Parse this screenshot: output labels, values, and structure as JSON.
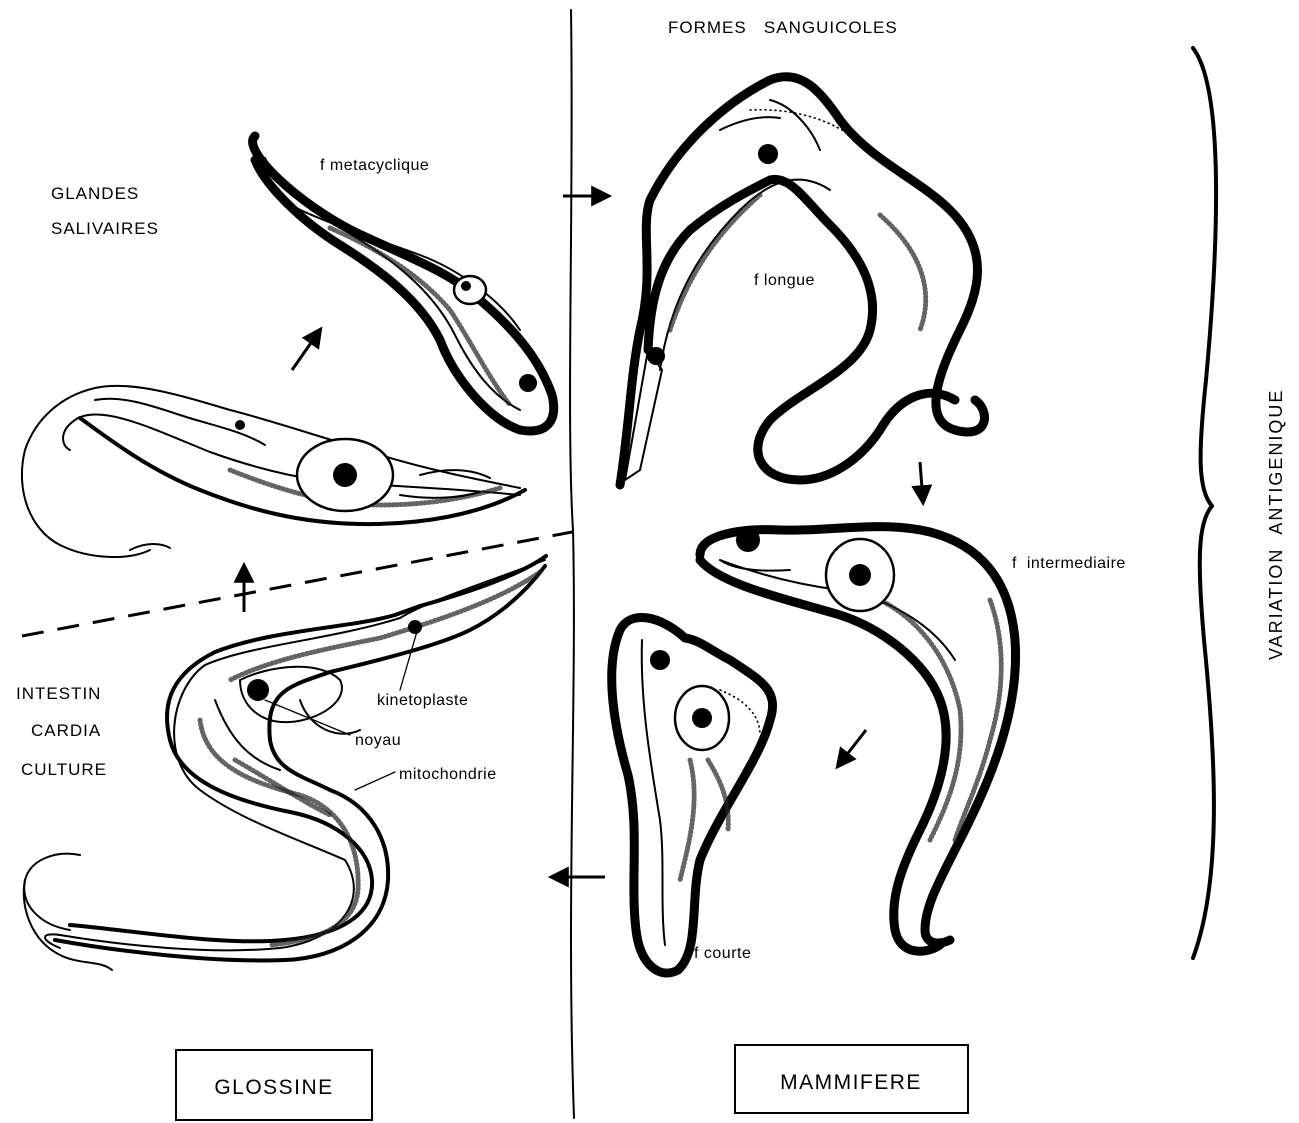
{
  "header": {
    "blood_forms": "FORMES   SANGUICOLES"
  },
  "regions": {
    "salivary_line1": "GLANDES",
    "salivary_line2": "SALIVAIRES",
    "gut_line1": "INTESTIN",
    "gut_line2": "CARDIA",
    "gut_line3": "CULTURE"
  },
  "forms": {
    "metacyclic": "f metacyclique",
    "long": "f longue",
    "intermediate": "f  intermediaire",
    "short": "f courte"
  },
  "organelles": {
    "kinetoplast": "kinetoplaste",
    "nucleus": "noyau",
    "mitochondrion": "mitochondrie"
  },
  "side_label": "VARIATION  ANTIGENIQUE",
  "hosts": {
    "tsetse": "GLOSSINE",
    "mammal": "MAMMIFERE"
  }
}
